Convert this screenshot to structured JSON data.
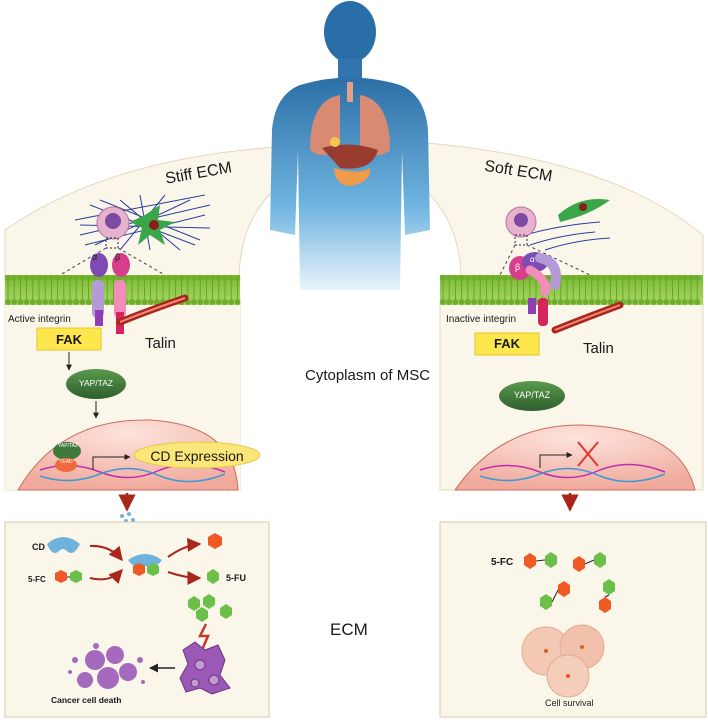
{
  "labels": {
    "stiff_ecm": "Stiff ECM",
    "soft_ecm": "Soft ECM",
    "active_integrin": "Active integrin",
    "inactive_integrin": "Inactive integrin",
    "fak": "FAK",
    "talin": "Talin",
    "yap_taz": "YAP/TAZ",
    "tead": "TEAD",
    "cd_expression": "CD Expression",
    "cytoplasm": "Cytoplasm of MSC",
    "ecm": "ECM",
    "cd": "CD",
    "five_fc": "5-FC",
    "five_fu": "5-FU",
    "cancer_cell_death": "Cancer cell death",
    "cell_survival": "Cell survival",
    "alpha": "α",
    "beta": "β"
  },
  "colors": {
    "membrane": "#8cc63f",
    "fak_box": "#fde74c",
    "yap_taz": "#3f7a3b",
    "cd_expression": "#fbe67a",
    "nucleus": "#f6c2b8",
    "ecm_panel": "#fbf6ea",
    "arrow_red": "#b32a1a",
    "five_fc_orange": "#ef5a24",
    "five_fu_green": "#6cc04a",
    "cd_blue": "#6fb3dc",
    "cancer_purple": "#9b59b6",
    "inhibit_red": "#e0392b"
  }
}
